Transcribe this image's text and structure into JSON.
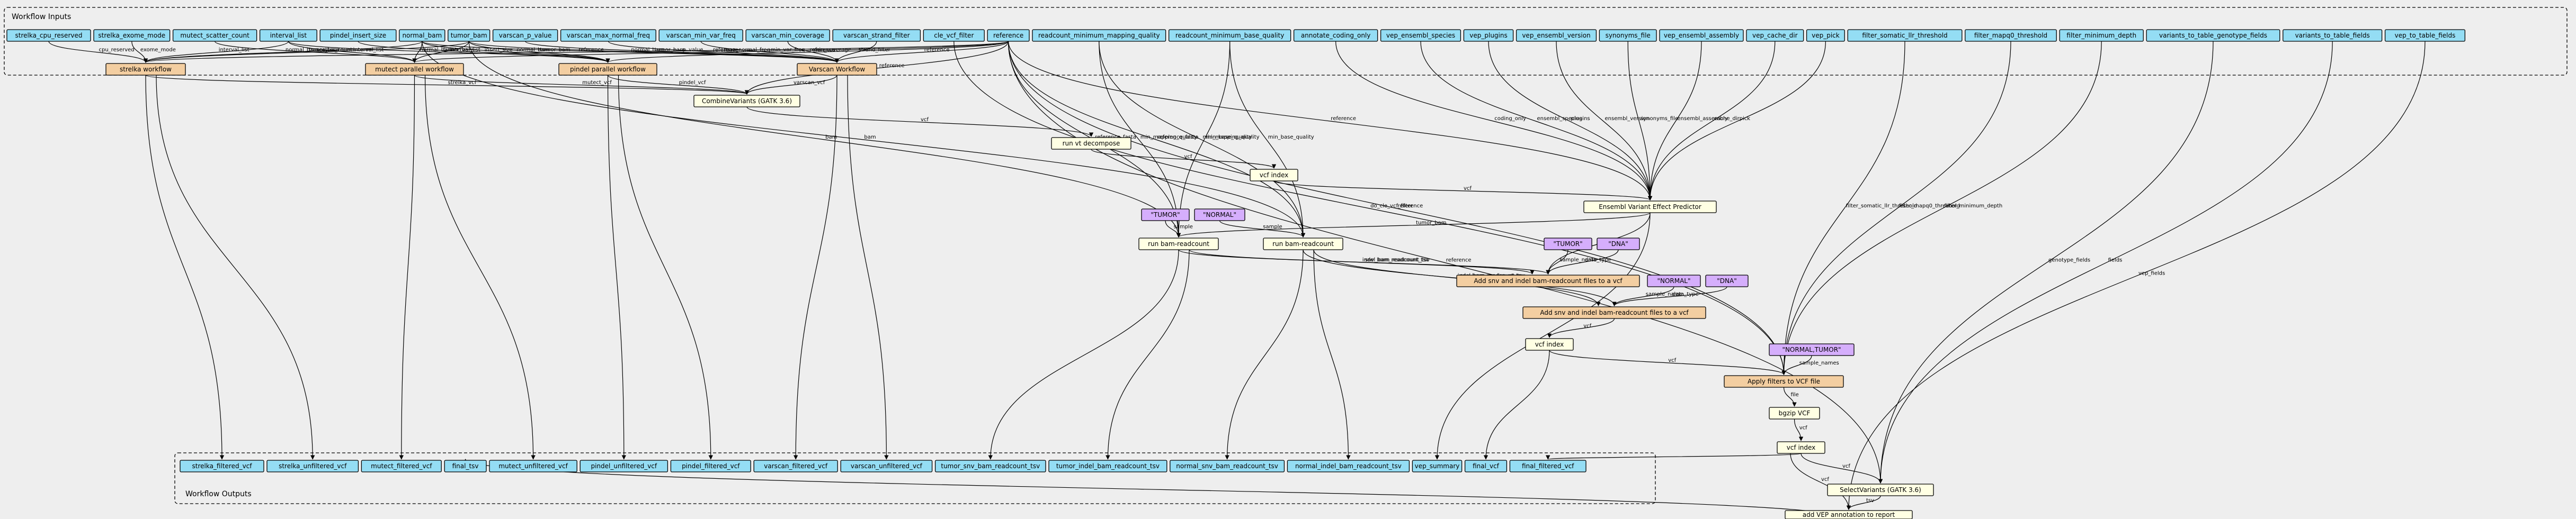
{
  "title": "Workflow Inputs",
  "outputs_label": "Workflow Outputs",
  "colors": {
    "input": "#94ddf4",
    "step": "#ffffe3",
    "subworkflow": "#f3cea1",
    "literal": "#d5aefc",
    "output": "#94ddf4",
    "background": "#eeeeee"
  },
  "inputs": [
    "strelka_cpu_reserved",
    "strelka_exome_mode",
    "mutect_scatter_count",
    "interval_list",
    "pindel_insert_size",
    "normal_bam",
    "tumor_bam",
    "varscan_p_value",
    "varscan_max_normal_freq",
    "varscan_min_var_freq",
    "varscan_min_coverage",
    "varscan_strand_filter",
    "cle_vcf_filter",
    "reference",
    "readcount_minimum_mapping_quality",
    "readcount_minimum_base_quality",
    "annotate_coding_only",
    "vep_ensembl_species",
    "vep_plugins",
    "vep_ensembl_version",
    "synonyms_file",
    "vep_ensembl_assembly",
    "vep_cache_dir",
    "vep_pick",
    "filter_somatic_llr_threshold",
    "filter_mapq0_threshold",
    "filter_minimum_depth",
    "variants_to_table_genotype_fields",
    "variants_to_table_fields",
    "vep_to_table_fields"
  ],
  "steps": {
    "strelka": "strelka workflow",
    "mutect": "mutect parallel workflow",
    "pindel": "pindel parallel workflow",
    "varscan": "Varscan Workflow",
    "combine": "CombineVariants (GATK 3.6)",
    "decompose": "run vt decompose",
    "index1": "vcf index",
    "vep": "Ensembl Variant Effect Predictor",
    "rc_tumor": "run bam-readcount",
    "rc_normal": "run bam-readcount",
    "add_tumor": "Add snv and indel bam-readcount files to a vcf",
    "add_normal": "Add snv and indel bam-readcount files to a vcf",
    "index2": "vcf index",
    "filters": "Apply filters to VCF file",
    "bgzip": "bgzip VCF",
    "index3": "vcf index",
    "select": "SelectVariants (GATK 3.6)",
    "report": "add VEP annotation to report"
  },
  "literals": {
    "tumor1": "\"TUMOR\"",
    "normal1": "\"NORMAL\"",
    "tumor2": "\"TUMOR\"",
    "dna1": "\"DNA\"",
    "normal2": "\"NORMAL\"",
    "dna2": "\"DNA\"",
    "normal_tumor": "\"NORMAL,TUMOR\""
  },
  "outputs": [
    "strelka_filtered_vcf",
    "strelka_unfiltered_vcf",
    "mutect_filtered_vcf",
    "final_tsv",
    "mutect_unfiltered_vcf",
    "pindel_unfiltered_vcf",
    "pindel_filtered_vcf",
    "varscan_filtered_vcf",
    "varscan_unfiltered_vcf",
    "tumor_snv_bam_readcount_tsv",
    "tumor_indel_bam_readcount_tsv",
    "normal_snv_bam_readcount_tsv",
    "normal_indel_bam_readcount_tsv",
    "vep_summary",
    "final_vcf",
    "final_filtered_vcf"
  ],
  "edge_labels": [
    "cpu_reserved",
    "exome_mode",
    "interval_list",
    "normal_bam",
    "scatter_count",
    "tumor_bam",
    "interval_list",
    "normal_bam",
    "tumor_bam",
    "reference",
    "insert_size",
    "normal_bam",
    "tumor_bam",
    "interval_list",
    "reference",
    "tumor_bam",
    "normal_bam",
    "p_value",
    "max_normal_freq",
    "reference",
    "min_var_freq",
    "min_coverage",
    "strand_filter",
    "reference",
    "strelka_vcf",
    "pindel_vcf",
    "mutect_vcf",
    "varscan_vcf",
    "reference",
    "vcf",
    "reference_fasta",
    "bam",
    "min_mapping_quality",
    "min_base_quality",
    "reference_fasta",
    "min_mapping_quality",
    "min_base_quality",
    "vcf",
    "coding_only",
    "ensembl_species",
    "plugins",
    "ensembl_version",
    "synonyms_file",
    "ensembl_assembly",
    "cache_dir",
    "pick",
    "reference",
    "vcf",
    "tumor_bam",
    "sample",
    "sample",
    "bam",
    "snv_bam_readcount_tsv",
    "indel_bam_readcount_tsv",
    "vcf",
    "sample_name",
    "data_type",
    "snv_bam_readcount_tsv",
    "indel_bam_readcount_tsv",
    "sample_name",
    "data_type",
    "vcf",
    "do_cle_vcf_filter",
    "filter_somatic_llr_threshold",
    "filter_mapq0_threshold",
    "filter_minimum_depth",
    "reference",
    "vcf",
    "sample_names",
    "file",
    "vcf",
    "vcf",
    "genotype_fields",
    "fields",
    "vcf",
    "tsv",
    "vep_fields",
    "reference"
  ]
}
